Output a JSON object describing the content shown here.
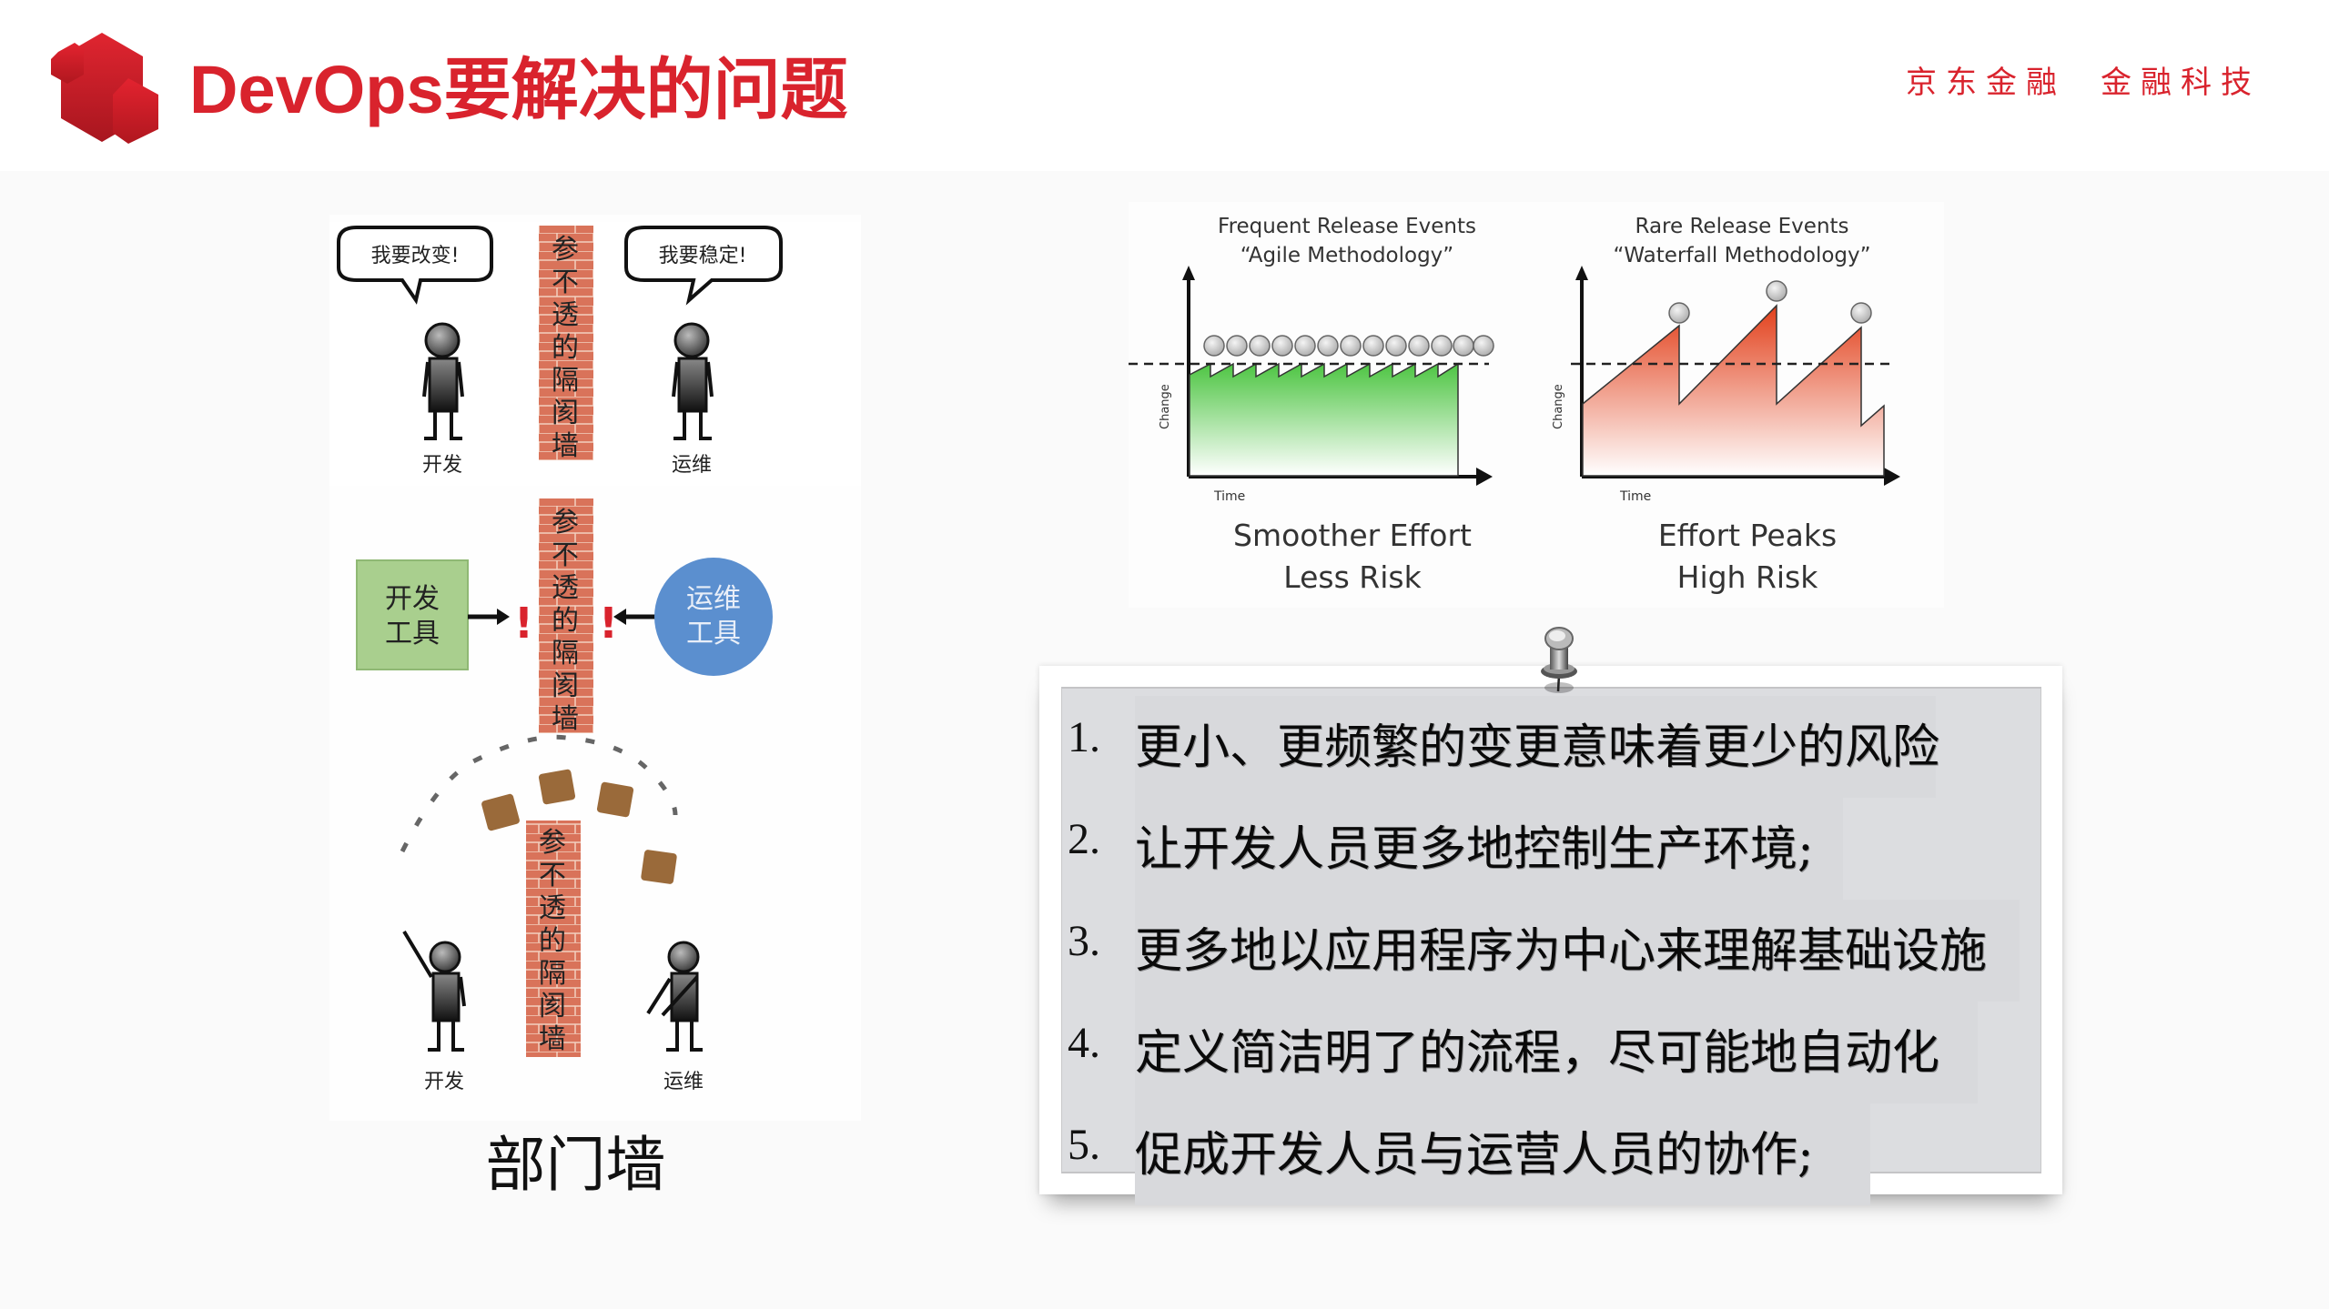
{
  "header": {
    "title": "DevOps要解决的问题",
    "brand_left": "京东金融",
    "brand_right": "金融科技",
    "accent_color": "#d9232d",
    "logo_icon": "red-hexagon-cubes-logo"
  },
  "illustration": {
    "caption": "部门墙",
    "wall_text": "参不透的隔阂墙",
    "panel1": {
      "left_bubble": "我要改变!",
      "right_bubble": "我要稳定!",
      "left_person": "开发",
      "right_person": "运维"
    },
    "panel2": {
      "left_box_line1": "开发",
      "left_box_line2": "工具",
      "right_circle_line1": "运维",
      "right_circle_line2": "工具",
      "alert_glyph": "!"
    },
    "panel3": {
      "left_person": "开发",
      "right_person": "运维"
    },
    "colors": {
      "brick": "#d9735a",
      "green_box": "#a9cf8e",
      "blue_circle": "#5b8fcf",
      "alert": "#d9232d"
    }
  },
  "chart_data": [
    {
      "type": "area",
      "title": "Frequent Release Events",
      "subtitle": "“Agile Methodology”",
      "xlabel": "Time",
      "ylabel": "Change",
      "caption_line1": "Smoother Effort",
      "caption_line2": "Less Risk",
      "release_events": 13,
      "baseline": "dashed threshold line",
      "fill_color": "#5fcf55",
      "x": [
        0,
        1,
        2,
        3,
        4,
        5,
        6,
        7,
        8,
        9,
        10,
        11,
        12,
        13
      ],
      "values": [
        0.72,
        0.8,
        0.8,
        0.8,
        0.8,
        0.8,
        0.8,
        0.8,
        0.8,
        0.8,
        0.8,
        0.8,
        0.8,
        0.8
      ],
      "threshold": 0.78,
      "grid": false
    },
    {
      "type": "area",
      "title": "Rare Release Events",
      "subtitle": "“Waterfall Methodology”",
      "xlabel": "Time",
      "ylabel": "Change",
      "caption_line1": "Effort Peaks",
      "caption_line2": "High Risk",
      "release_events": 3,
      "fill_color": "#e8502a",
      "x": [
        0,
        0.33,
        0.33,
        0.66,
        0.66,
        0.94,
        0.94,
        1.0
      ],
      "values": [
        0.48,
        0.95,
        0.48,
        1.15,
        0.48,
        0.95,
        0.33,
        0.45
      ],
      "threshold": 0.78,
      "grid": false
    }
  ],
  "list": {
    "items": [
      {
        "num": "1.",
        "text": "更小、更频繁的变更意味着更少的风险"
      },
      {
        "num": "2.",
        "text": "让开发人员更多地控制生产环境;"
      },
      {
        "num": "3.",
        "text": " 更多地以应用程序为中心来理解基础设施"
      },
      {
        "num": "4.",
        "text": " 定义简洁明了的流程，尽可能地自动化"
      },
      {
        "num": "5.",
        "text": " 促成开发人员与运营人员的协作;"
      }
    ],
    "pin_icon": "pushpin-icon"
  }
}
